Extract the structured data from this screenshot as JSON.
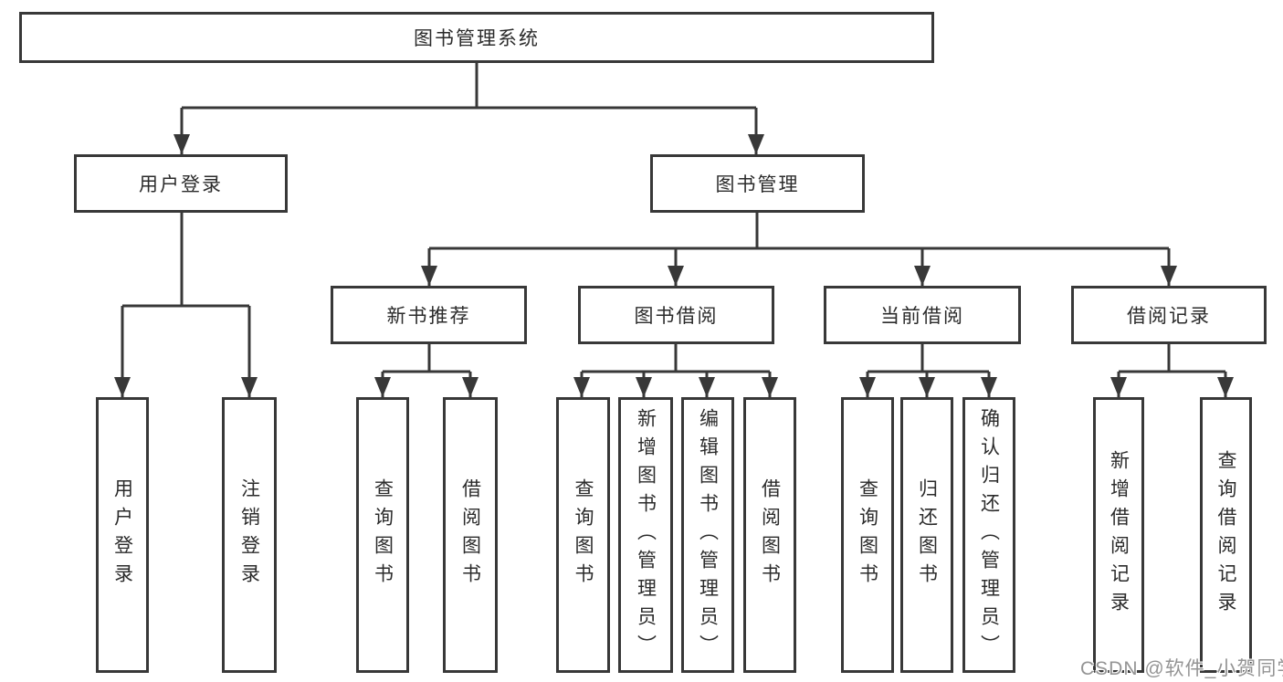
{
  "nodes": {
    "root": "图书管理系统",
    "l2": [
      "用户登录",
      "图书管理"
    ],
    "l3": [
      "新书推荐",
      "图书借阅",
      "当前借阅",
      "借阅记录"
    ],
    "leaves_user": [
      "用户登录",
      "注销登录"
    ],
    "leaves_newbook": [
      "查询图书",
      "借阅图书"
    ],
    "leaves_borrow": [
      "查询图书",
      "新增图书（管理员）",
      "编辑图书（管理员）",
      "借阅图书"
    ],
    "leaves_current": [
      "查询图书",
      "归还图书",
      "确认归还（管理员）"
    ],
    "leaves_records": [
      "新增借阅记录",
      "查询借阅记录"
    ]
  },
  "watermark": {
    "text": "CSDN @软件_小贺同学"
  },
  "colors": {
    "line": "#383838",
    "box_border": "#383838",
    "text": "#2b2b2b",
    "watermark": "#949494",
    "background": "#ffffff"
  }
}
